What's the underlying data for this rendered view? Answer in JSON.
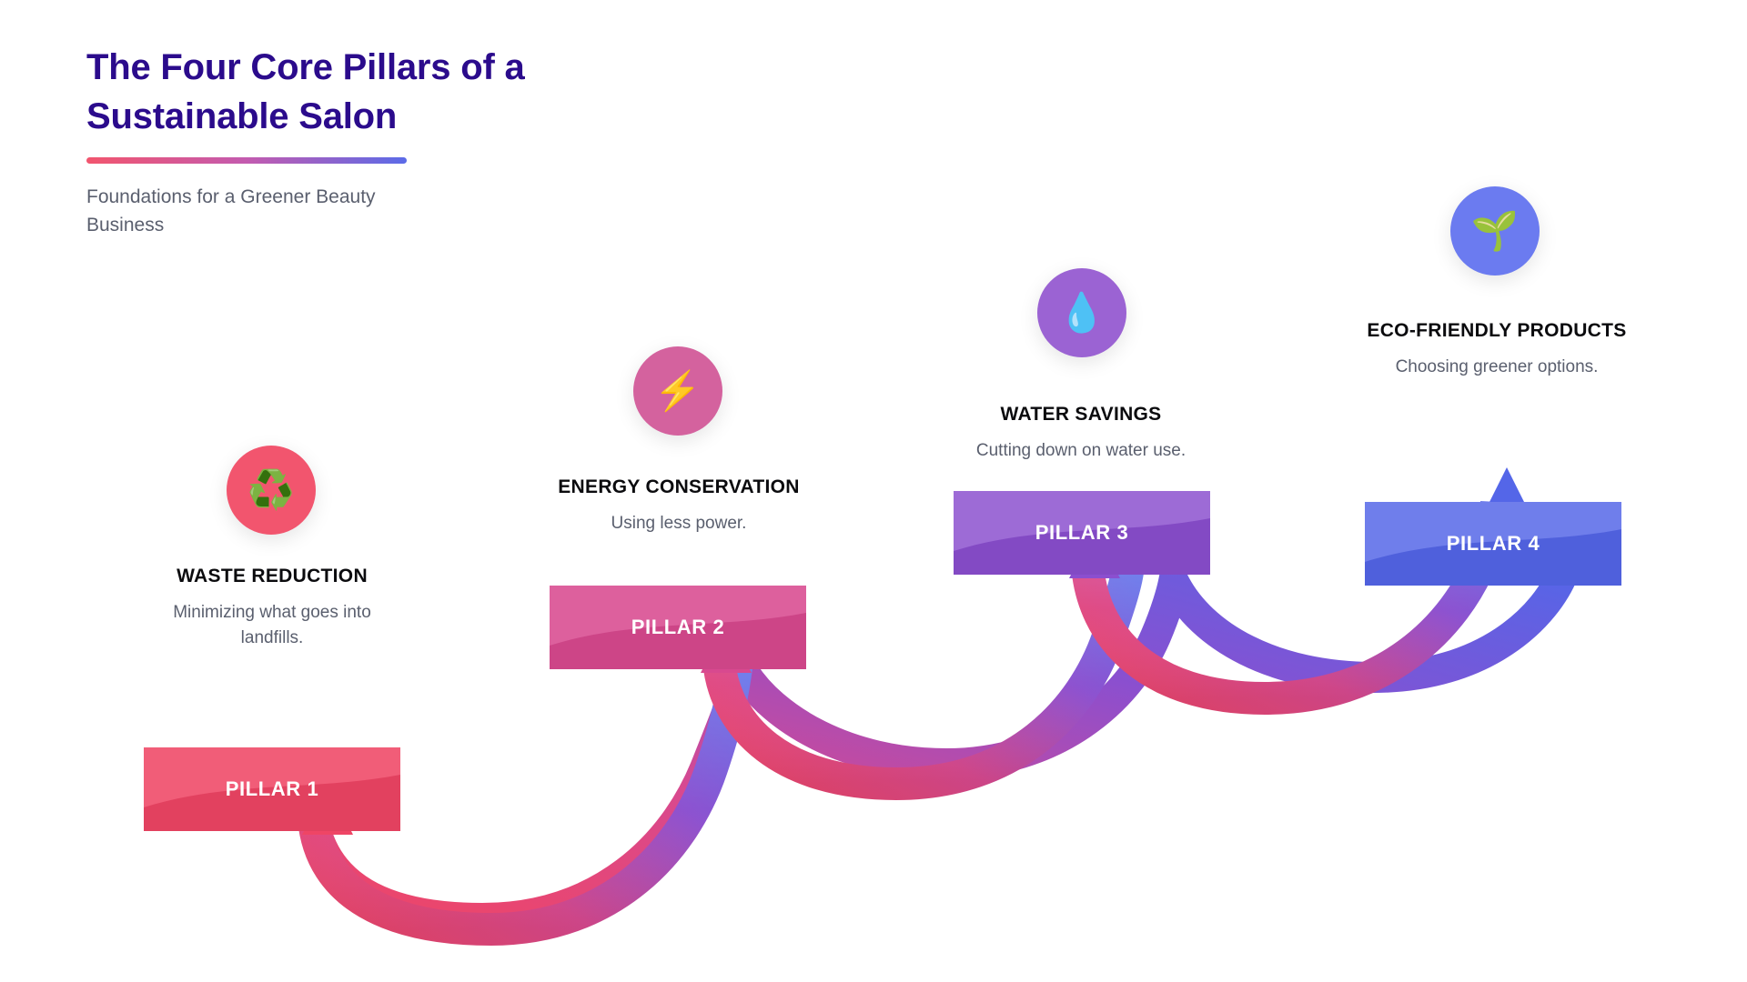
{
  "header": {
    "title_line1": "The Four Core Pillars of a",
    "title_line2": "Sustainable Salon",
    "subtitle": "Foundations for a Greener Beauty Business",
    "title_color": "#2B0B8C",
    "accent_from": "#F2556E",
    "accent_to": "#5B6BE8"
  },
  "pillars": [
    {
      "banner_label": "PILLAR 1",
      "title": "WASTE REDUCTION",
      "desc": "Minimizing what goes into landfills.",
      "icon": "recycling-icon",
      "icon_glyph": "♻️",
      "circle_color": "#F2556E",
      "banner_color": "#EF4565",
      "banner_color_light": "#F7657E"
    },
    {
      "banner_label": "PILLAR 2",
      "title": "ENERGY CONSERVATION",
      "desc": "Using less power.",
      "icon": "high-voltage-icon",
      "icon_glyph": "⚡",
      "circle_color": "#D4629E",
      "banner_color": "#D8498F",
      "banner_color_light": "#DE6AA6"
    },
    {
      "banner_label": "PILLAR 3",
      "title": "WATER SAVINGS",
      "desc": "Cutting down on water use.",
      "icon": "water-drop-icon",
      "icon_glyph": "💧",
      "circle_color": "#9B63D3",
      "banner_color": "#8B4FCF",
      "banner_color_light": "#A273DC"
    },
    {
      "banner_label": "PILLAR 4",
      "title": "ECO-FRIENDLY PRODUCTS",
      "desc": "Choosing greener options.",
      "icon": "seedling-icon",
      "icon_glyph": "🌱",
      "circle_color": "#6B7BF0",
      "banner_color": "#5466E8",
      "banner_color_light": "#6E7DF2"
    }
  ],
  "ribbon": {
    "from_color": "#EF4565",
    "mid_color": "#B052B8",
    "to_color": "#5466E8"
  }
}
